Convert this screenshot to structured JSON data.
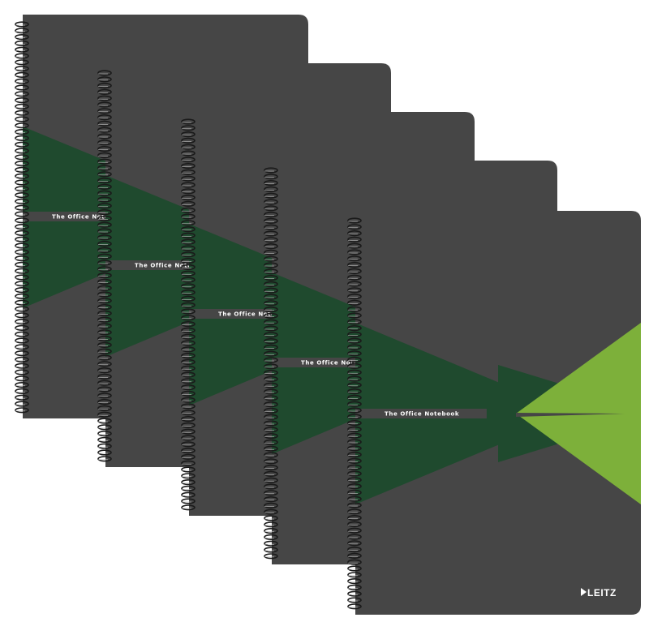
{
  "product": {
    "title_full": "The Office Notebook",
    "title_clipped": "The Office Notes",
    "brand": "LEITZ",
    "colors": {
      "cover": "#464646",
      "green_dark": "#1f4a2e",
      "green_light": "#7db03a",
      "wire": "#1a1a1a"
    }
  },
  "notebooks": [
    {
      "title_key": "title_clipped",
      "has_brand": false
    },
    {
      "title_key": "title_clipped",
      "has_brand": false
    },
    {
      "title_key": "title_clipped",
      "has_brand": false
    },
    {
      "title_key": "title_clipped",
      "has_brand": false
    },
    {
      "title_key": "title_full",
      "has_brand": true
    }
  ]
}
